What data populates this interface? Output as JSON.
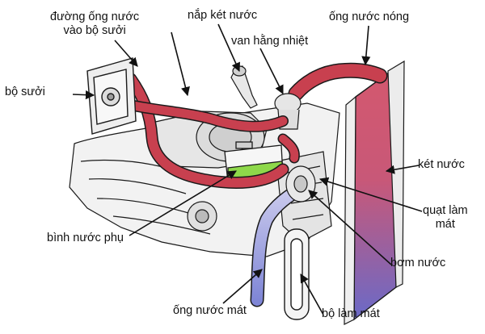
{
  "labels": {
    "heater_hose_line1": "đường ống nước",
    "heater_hose_line2": "vào bộ sưởi",
    "heater": "bộ sưởi",
    "radiator_cap": "nắp két nước",
    "hot_water_hose": "ống nước nóng",
    "thermostat": "van hằng nhiệt",
    "radiator": "két nước",
    "cooling_fan_line1": "quạt làm",
    "cooling_fan_line2": "mát",
    "reservoir_tank": "bình nước phụ",
    "water_pump": "bơm nước",
    "cold_water_hose": "ống nước mát",
    "cooler": "bộ làm mát"
  },
  "colors": {
    "hose_red": "#c8404f",
    "radiator_top": "#d4586e",
    "radiator_bottom": "#6a6ac8",
    "cold_hose": "#8e94d8",
    "coolant_green": "#8ed84a",
    "outline": "#1a1a1a"
  }
}
